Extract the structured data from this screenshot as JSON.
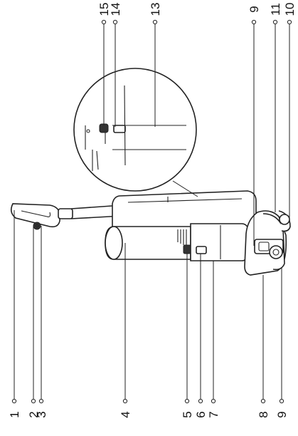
{
  "diagram": {
    "labels_bottom": [
      "1",
      "2",
      "3",
      "4",
      "5",
      "6",
      "7",
      "8",
      "9"
    ],
    "labels_top": [
      "15",
      "14",
      "13",
      "9",
      "11",
      "10"
    ]
  },
  "colors": {
    "line": "#222222",
    "background": "#ffffff"
  }
}
